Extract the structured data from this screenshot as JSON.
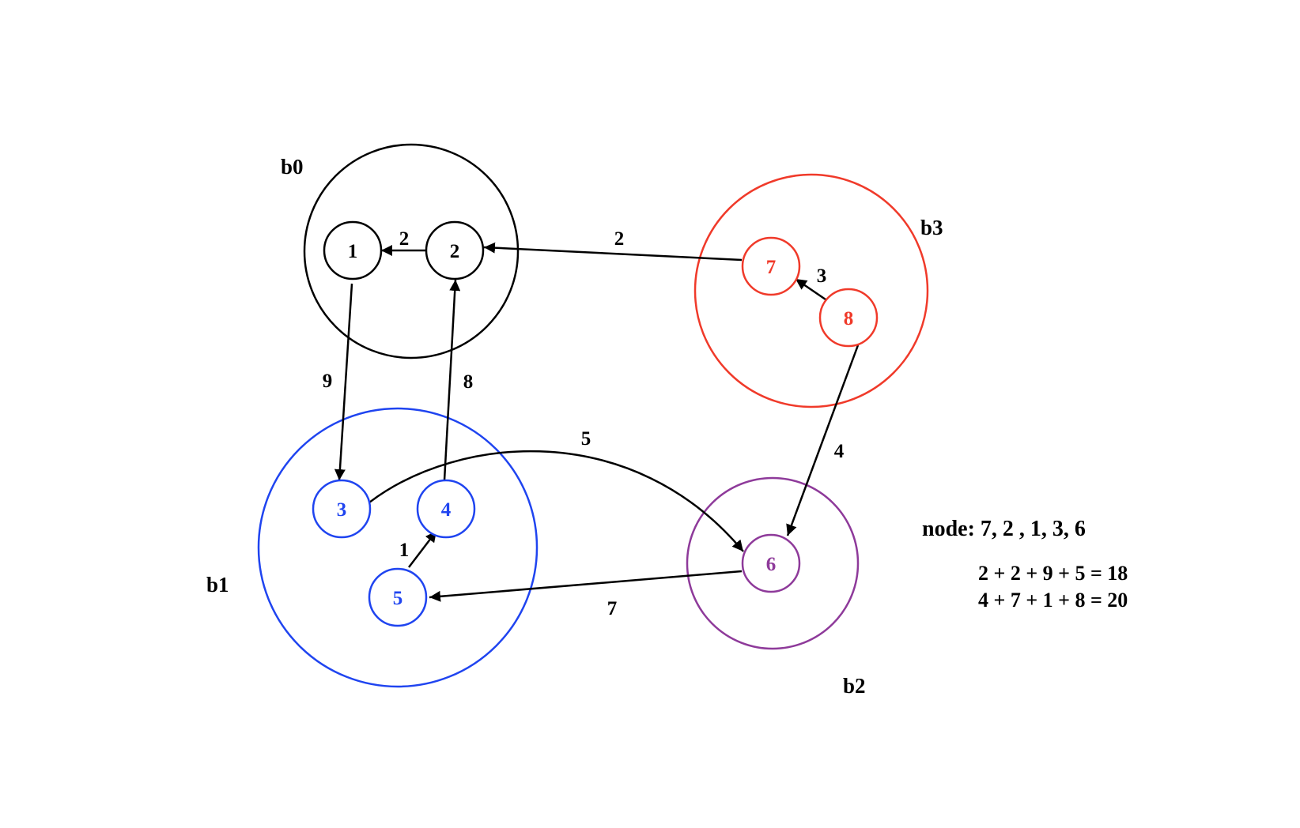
{
  "colors": {
    "b0": "#000000",
    "b1": "#1f44f0",
    "b2": "#8e3a9a",
    "b3": "#f03a2a",
    "edge": "#000000"
  },
  "groups": [
    {
      "id": "b0",
      "label": "b0",
      "color_key": "b0"
    },
    {
      "id": "b1",
      "label": "b1",
      "color_key": "b1"
    },
    {
      "id": "b2",
      "label": "b2",
      "color_key": "b2"
    },
    {
      "id": "b3",
      "label": "b3",
      "color_key": "b3"
    }
  ],
  "nodes": [
    {
      "id": "n1",
      "label": "1",
      "group": "b0"
    },
    {
      "id": "n2",
      "label": "2",
      "group": "b0"
    },
    {
      "id": "n3",
      "label": "3",
      "group": "b1"
    },
    {
      "id": "n4",
      "label": "4",
      "group": "b1"
    },
    {
      "id": "n5",
      "label": "5",
      "group": "b1"
    },
    {
      "id": "n6",
      "label": "6",
      "group": "b2"
    },
    {
      "id": "n7",
      "label": "7",
      "group": "b3"
    },
    {
      "id": "n8",
      "label": "8",
      "group": "b3"
    }
  ],
  "edges": [
    {
      "id": "e-2-1",
      "from": "2",
      "to": "1",
      "weight": "2"
    },
    {
      "id": "e-7-2",
      "from": "7",
      "to": "2",
      "weight": "2"
    },
    {
      "id": "e-8-7",
      "from": "8",
      "to": "7",
      "weight": "3"
    },
    {
      "id": "e-1-3",
      "from": "1",
      "to": "3",
      "weight": "9"
    },
    {
      "id": "e-4-2",
      "from": "4",
      "to": "2",
      "weight": "8"
    },
    {
      "id": "e-3-6",
      "from": "3",
      "to": "6",
      "weight": "5"
    },
    {
      "id": "e-8-6",
      "from": "8",
      "to": "6",
      "weight": "4"
    },
    {
      "id": "e-5-4",
      "from": "5",
      "to": "4",
      "weight": "1"
    },
    {
      "id": "e-6-5",
      "from": "6",
      "to": "5",
      "weight": "7"
    }
  ],
  "notes": {
    "title": "node: 7, 2 , 1, 3, 6",
    "line1": "2 + 2 + 9 + 5 = 18",
    "line2": "4 + 7 + 1 + 8 = 20"
  }
}
